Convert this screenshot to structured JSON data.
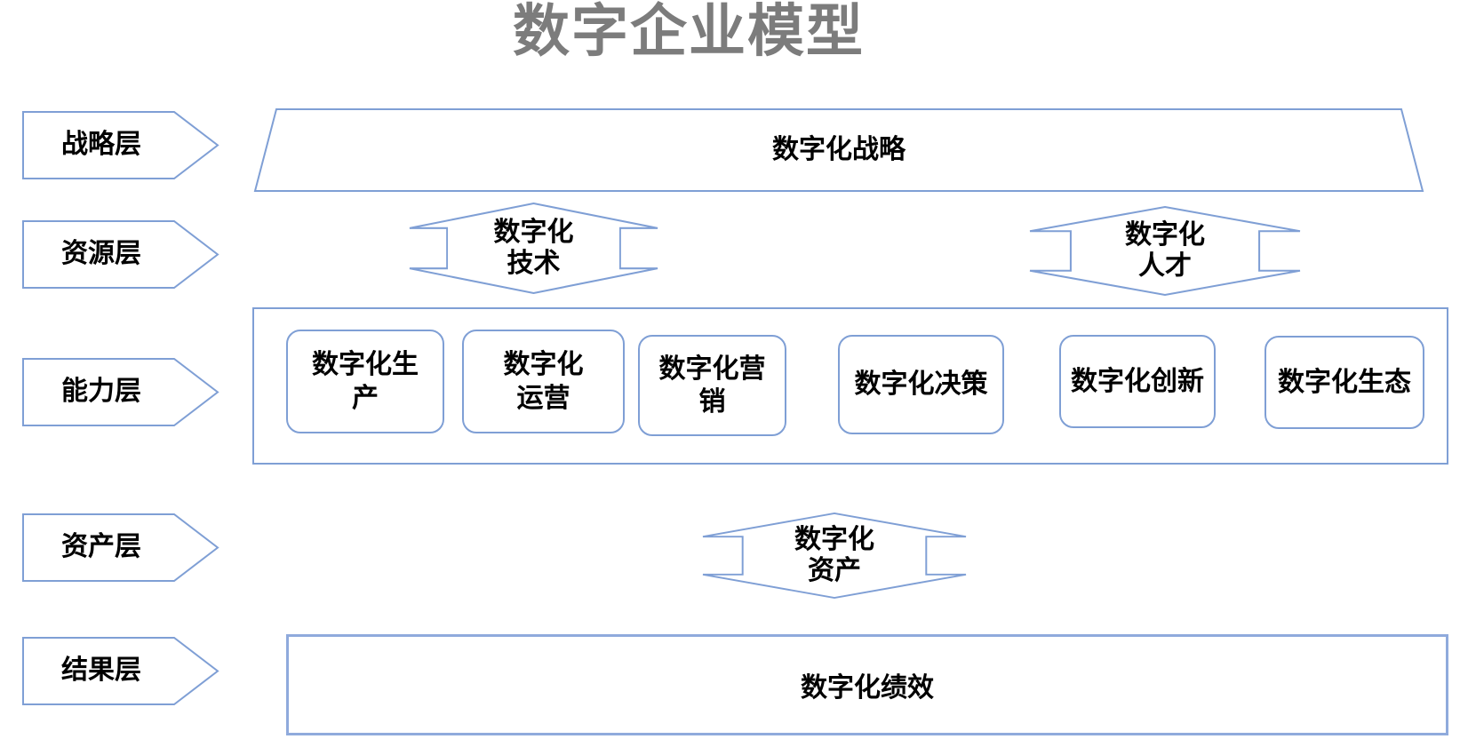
{
  "title": "数字企业模型",
  "colors": {
    "line_blue": "#7f9fd5",
    "result_border_blue": "#8faadc",
    "title_gray": "#7c7c7c",
    "text_black": "#000000"
  },
  "layers": {
    "strategy": {
      "tag": "战略层",
      "banner": "数字化战略"
    },
    "resource": {
      "tag": "资源层",
      "arrows": [
        "数字化\n技术",
        "数字化\n人才"
      ]
    },
    "capability": {
      "tag": "能力层",
      "boxes": [
        "数字化生\n产",
        "数字化\n运营",
        "数字化营\n销",
        "数字化决策",
        "数字化创新",
        "数字化生态"
      ]
    },
    "asset": {
      "tag": "资产层",
      "arrow": "数字化\n资产"
    },
    "result": {
      "tag": "结果层",
      "banner": "数字化绩效"
    }
  }
}
